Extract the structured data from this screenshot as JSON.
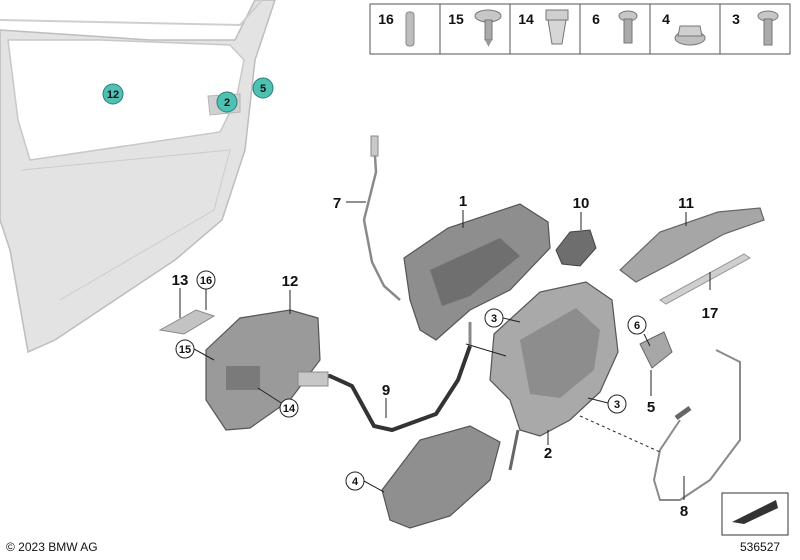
{
  "parts_table": [
    {
      "number": "16",
      "icon": "pin-icon"
    },
    {
      "number": "15",
      "icon": "washer-screw-icon"
    },
    {
      "number": "14",
      "icon": "expansion-nut-icon"
    },
    {
      "number": "6",
      "icon": "torx-screw-icon"
    },
    {
      "number": "4",
      "icon": "flange-nut-icon"
    },
    {
      "number": "3",
      "icon": "torx-screw-icon"
    }
  ],
  "door_callouts": [
    "12",
    "2",
    "5"
  ],
  "callouts": {
    "c1": "1",
    "c2": "2",
    "c3a": "3",
    "c3b": "3",
    "c4": "4",
    "c5": "5",
    "c6": "6",
    "c7": "7",
    "c8": "8",
    "c9": "9",
    "c10": "10",
    "c11": "11",
    "c12": "12",
    "c13": "13",
    "c14": "14",
    "c15": "15",
    "c16": "16",
    "c17": "17"
  },
  "copyright": "© 2023 BMW AG",
  "diagram_number": "536527",
  "colors": {
    "teal_callout": "#4fc1b4",
    "part_gray": "#9a9a9a",
    "door_fill": "#e2e2e2"
  }
}
